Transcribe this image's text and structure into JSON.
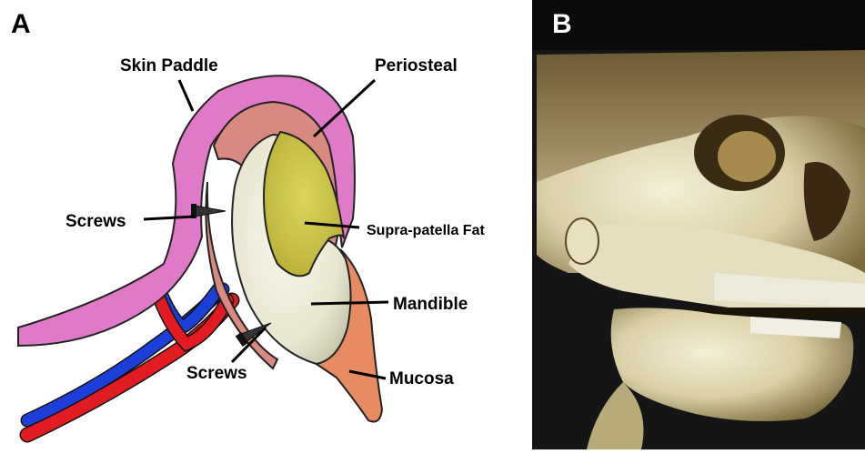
{
  "panels": {
    "a": {
      "letter": "A",
      "labels": {
        "skin_paddle": "Skin Paddle",
        "periosteal": "Periosteal",
        "screws_upper": "Screws",
        "supra_patella_fat": "Supra-patella Fat",
        "mandible": "Mandible",
        "screws_lower": "Screws",
        "mucosa": "Mucosa"
      }
    },
    "b": {
      "letter": "B"
    }
  },
  "colors": {
    "skin_paddle": "#e07ac8",
    "periosteal": "#d98a80",
    "bone": "#ecebdc",
    "fat": "#cdc64a",
    "mucosa": "#e88b63",
    "artery": "#e01b22",
    "vein": "#1b3fd8",
    "screw": "#333333",
    "ct_background": "#0a0a0a",
    "ct_bone": "#e6dfbf"
  }
}
